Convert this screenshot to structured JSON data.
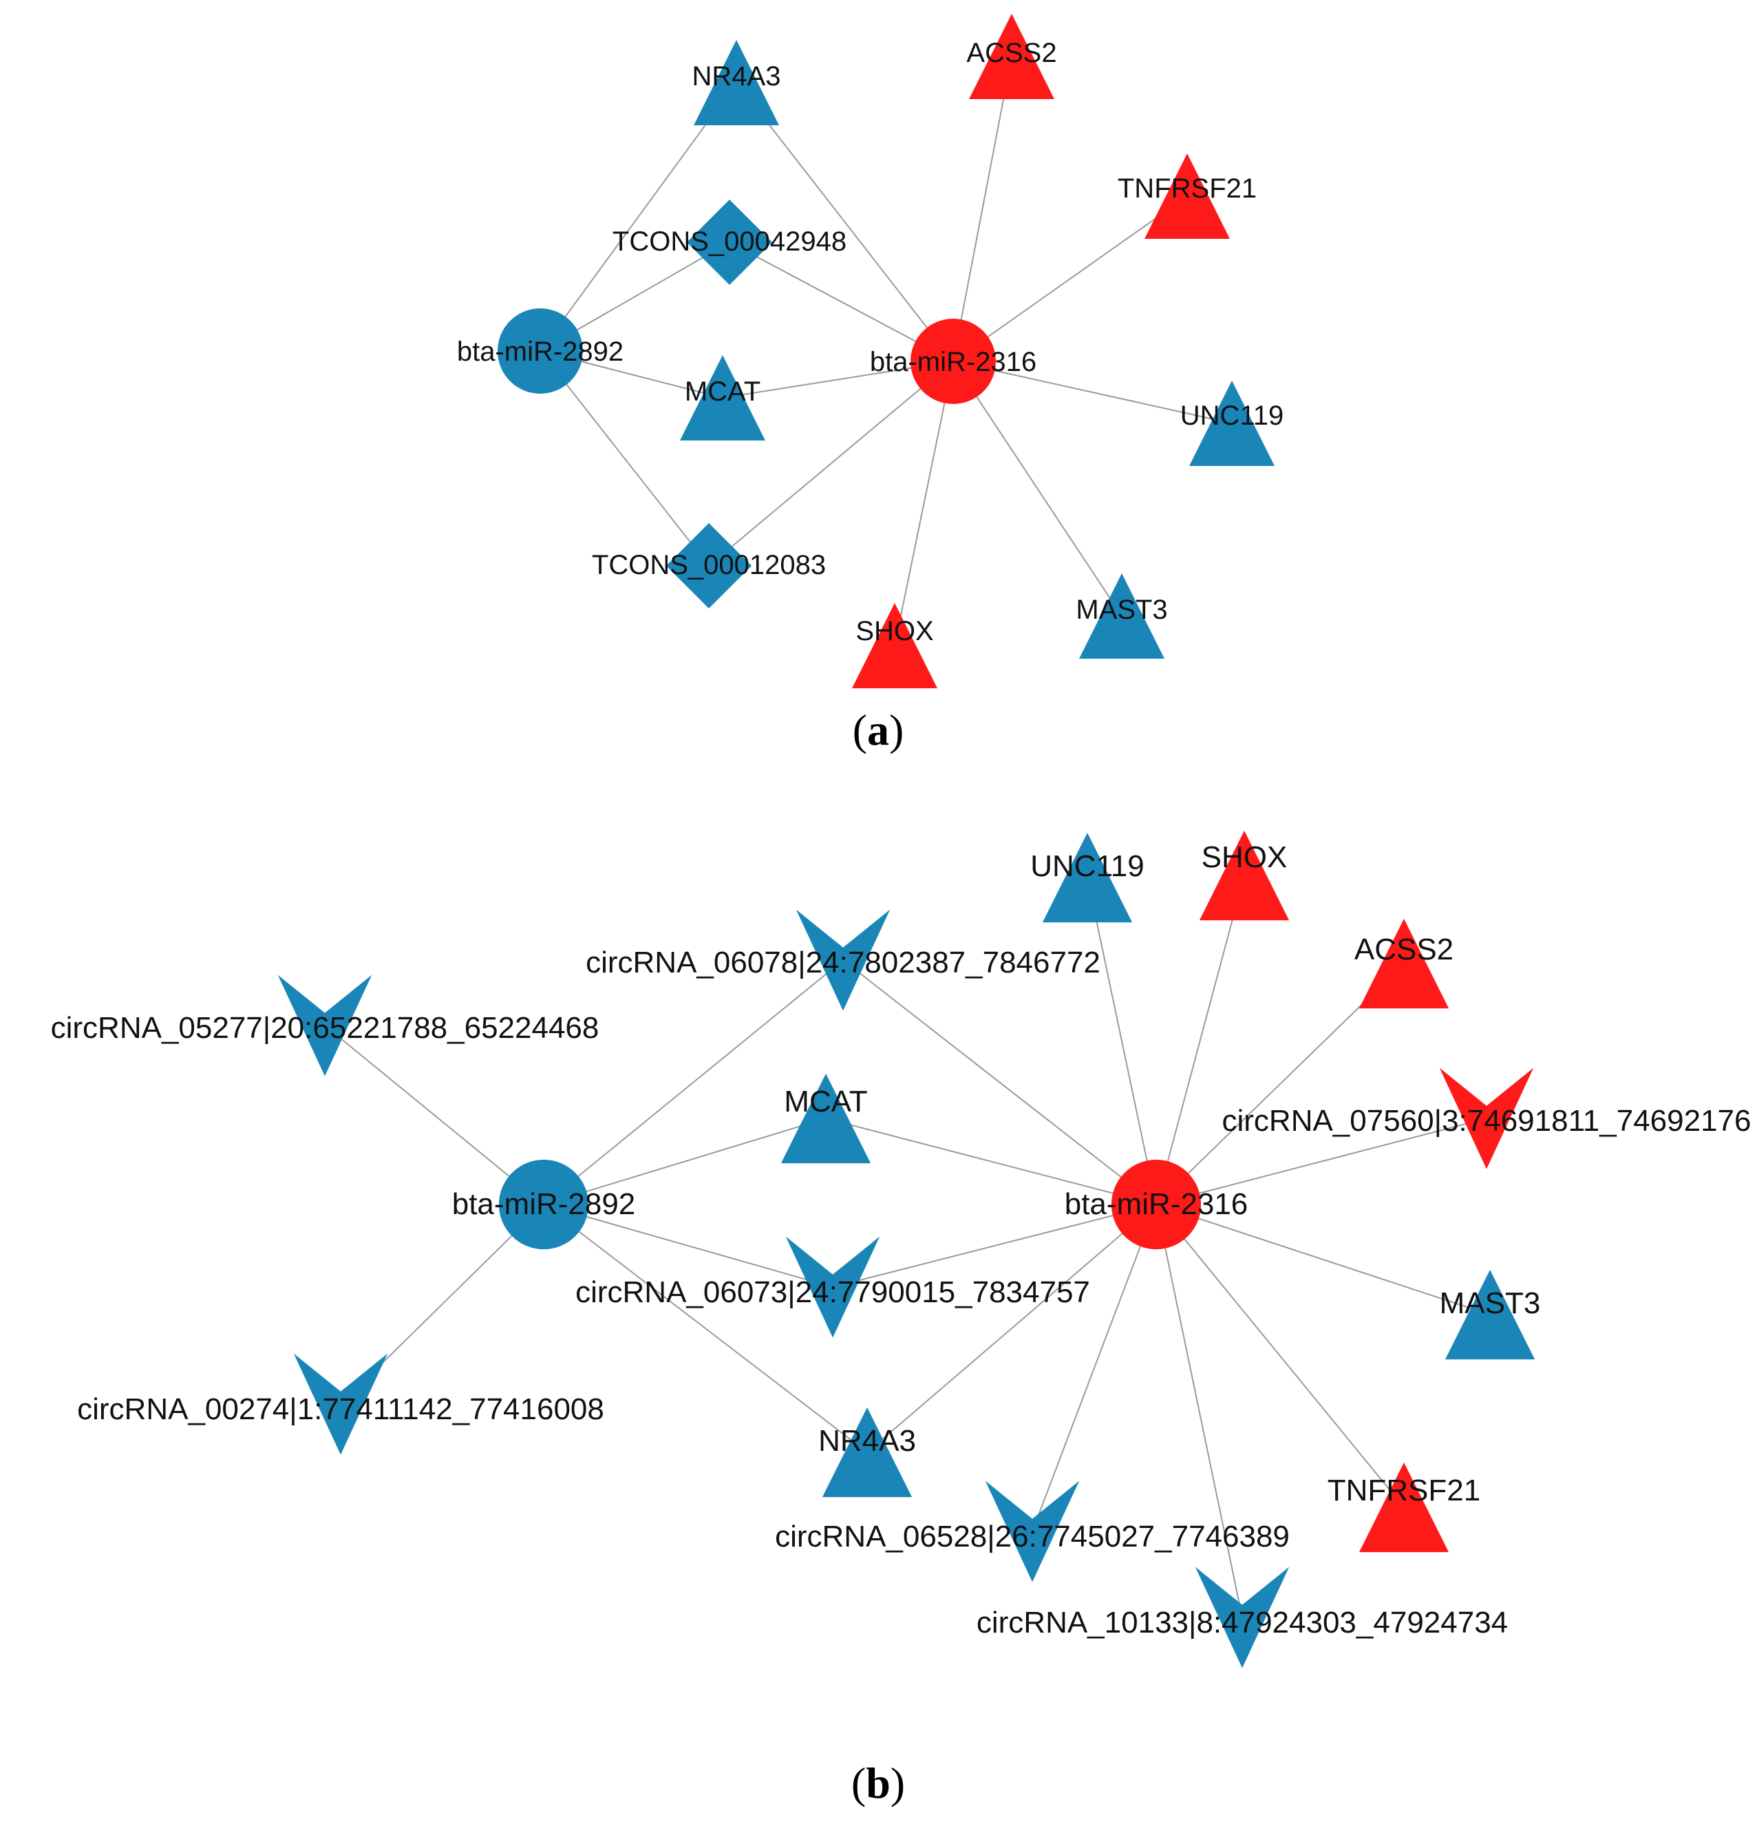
{
  "colors": {
    "blue": "#1a86b8",
    "red": "#ff1a1a",
    "edge": "#9a9a9a"
  },
  "panels": [
    {
      "id": "a",
      "label_open": "(",
      "label_letter": "a",
      "label_close": ")",
      "nodes": [
        {
          "id": "bta-miR-2892",
          "label": "bta-miR-2892",
          "shape": "circle",
          "color": "blue"
        },
        {
          "id": "bta-miR-2316",
          "label": "bta-miR-2316",
          "shape": "circle",
          "color": "red"
        },
        {
          "id": "NR4A3",
          "label": "NR4A3",
          "shape": "triangle",
          "color": "blue"
        },
        {
          "id": "ACSS2",
          "label": "ACSS2",
          "shape": "triangle",
          "color": "red"
        },
        {
          "id": "TNFRSF21",
          "label": "TNFRSF21",
          "shape": "triangle",
          "color": "red"
        },
        {
          "id": "TCONS_00042948",
          "label": "TCONS_00042948",
          "shape": "diamond",
          "color": "blue"
        },
        {
          "id": "MCAT",
          "label": "MCAT",
          "shape": "triangle",
          "color": "blue"
        },
        {
          "id": "UNC119",
          "label": "UNC119",
          "shape": "triangle",
          "color": "blue"
        },
        {
          "id": "TCONS_00012083",
          "label": "TCONS_00012083",
          "shape": "diamond",
          "color": "blue"
        },
        {
          "id": "SHOX",
          "label": "SHOX",
          "shape": "triangle",
          "color": "red"
        },
        {
          "id": "MAST3",
          "label": "MAST3",
          "shape": "triangle",
          "color": "blue"
        }
      ],
      "edges": [
        [
          "bta-miR-2892",
          "NR4A3"
        ],
        [
          "bta-miR-2892",
          "TCONS_00042948"
        ],
        [
          "bta-miR-2892",
          "MCAT"
        ],
        [
          "bta-miR-2892",
          "TCONS_00012083"
        ],
        [
          "bta-miR-2316",
          "NR4A3"
        ],
        [
          "bta-miR-2316",
          "ACSS2"
        ],
        [
          "bta-miR-2316",
          "TNFRSF21"
        ],
        [
          "bta-miR-2316",
          "TCONS_00042948"
        ],
        [
          "bta-miR-2316",
          "MCAT"
        ],
        [
          "bta-miR-2316",
          "UNC119"
        ],
        [
          "bta-miR-2316",
          "TCONS_00012083"
        ],
        [
          "bta-miR-2316",
          "SHOX"
        ],
        [
          "bta-miR-2316",
          "MAST3"
        ]
      ]
    },
    {
      "id": "b",
      "label_open": "(",
      "label_letter": "b",
      "label_close": ")",
      "nodes": [
        {
          "id": "bta-miR-2892",
          "label": "bta-miR-2892",
          "shape": "circle",
          "color": "blue"
        },
        {
          "id": "bta-miR-2316",
          "label": "bta-miR-2316",
          "shape": "circle",
          "color": "red"
        },
        {
          "id": "UNC119",
          "label": "UNC119",
          "shape": "triangle",
          "color": "blue"
        },
        {
          "id": "SHOX",
          "label": "SHOX",
          "shape": "triangle",
          "color": "red"
        },
        {
          "id": "ACSS2",
          "label": "ACSS2",
          "shape": "triangle",
          "color": "red"
        },
        {
          "id": "circRNA_06078",
          "label": "circRNA_06078|24:7802387_7846772",
          "shape": "vee",
          "color": "blue"
        },
        {
          "id": "circRNA_05277",
          "label": "circRNA_05277|20:65221788_65224468",
          "shape": "vee",
          "color": "blue"
        },
        {
          "id": "circRNA_07560",
          "label": "circRNA_07560|3:74691811_74692176",
          "shape": "vee",
          "color": "red"
        },
        {
          "id": "MCAT",
          "label": "MCAT",
          "shape": "triangle",
          "color": "blue"
        },
        {
          "id": "circRNA_06073",
          "label": "circRNA_06073|24:7790015_7834757",
          "shape": "vee",
          "color": "blue"
        },
        {
          "id": "MAST3",
          "label": "MAST3",
          "shape": "triangle",
          "color": "blue"
        },
        {
          "id": "circRNA_00274",
          "label": "circRNA_00274|1:77411142_77416008",
          "shape": "vee",
          "color": "blue"
        },
        {
          "id": "NR4A3",
          "label": "NR4A3",
          "shape": "triangle",
          "color": "blue"
        },
        {
          "id": "TNFRSF21",
          "label": "TNFRSF21",
          "shape": "triangle",
          "color": "red"
        },
        {
          "id": "circRNA_06528",
          "label": "circRNA_06528|26:7745027_7746389",
          "shape": "vee",
          "color": "blue"
        },
        {
          "id": "circRNA_10133",
          "label": "circRNA_10133|8:47924303_47924734",
          "shape": "vee",
          "color": "blue"
        }
      ],
      "edges": [
        [
          "bta-miR-2892",
          "circRNA_05277"
        ],
        [
          "bta-miR-2892",
          "circRNA_06078"
        ],
        [
          "bta-miR-2892",
          "MCAT"
        ],
        [
          "bta-miR-2892",
          "circRNA_06073"
        ],
        [
          "bta-miR-2892",
          "circRNA_00274"
        ],
        [
          "bta-miR-2892",
          "NR4A3"
        ],
        [
          "bta-miR-2316",
          "UNC119"
        ],
        [
          "bta-miR-2316",
          "SHOX"
        ],
        [
          "bta-miR-2316",
          "ACSS2"
        ],
        [
          "bta-miR-2316",
          "circRNA_06078"
        ],
        [
          "bta-miR-2316",
          "circRNA_07560"
        ],
        [
          "bta-miR-2316",
          "MCAT"
        ],
        [
          "bta-miR-2316",
          "circRNA_06073"
        ],
        [
          "bta-miR-2316",
          "MAST3"
        ],
        [
          "bta-miR-2316",
          "NR4A3"
        ],
        [
          "bta-miR-2316",
          "TNFRSF21"
        ],
        [
          "bta-miR-2316",
          "circRNA_06528"
        ],
        [
          "bta-miR-2316",
          "circRNA_10133"
        ]
      ]
    }
  ]
}
